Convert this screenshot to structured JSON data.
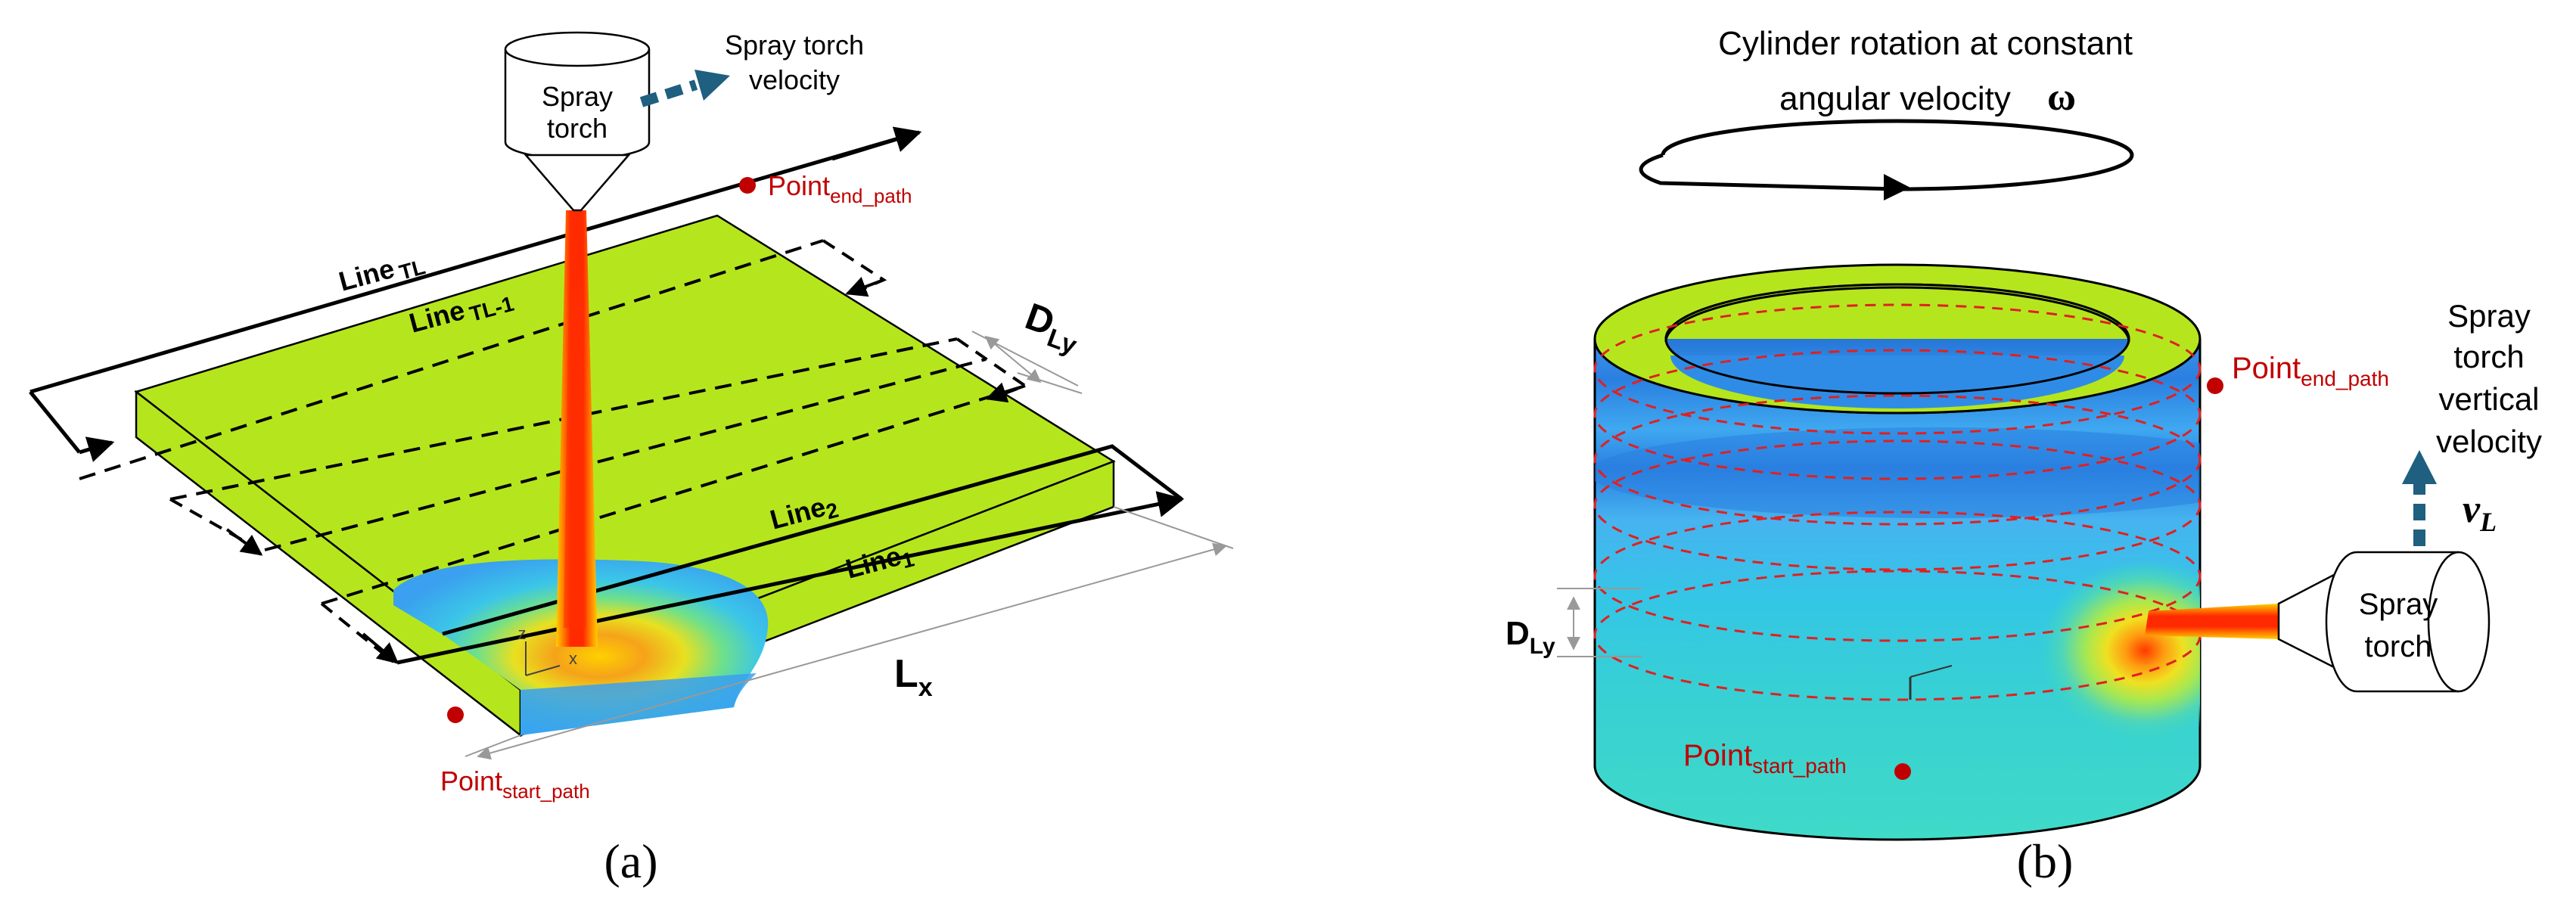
{
  "panel_a": {
    "caption": "(a)",
    "torch_label_1": "Spray",
    "torch_label_2": "torch",
    "velocity_label_1": "Spray torch",
    "velocity_label_2": "velocity",
    "point_end": "Point",
    "point_end_sub": "end_path",
    "point_start": "Point",
    "point_start_sub": "start_path",
    "line_tl": "Line",
    "line_tl_sub": "TL",
    "line_tl1": "Line",
    "line_tl1_sub": "TL-1",
    "line_2": "Line",
    "line_2_sub": "2",
    "line_1": "Line",
    "line_1_sub": "1",
    "d_ly": "D",
    "d_ly_sub": "Ly",
    "l_x": "L",
    "l_x_sub": "x",
    "axis_z": "z",
    "axis_x": "x"
  },
  "panel_b": {
    "caption": "(b)",
    "rotation_label_1": "Cylinder rotation at constant",
    "rotation_label_2": "angular velocity",
    "omega": "ω",
    "point_end": "Point",
    "point_end_sub": "end_path",
    "point_start": "Point",
    "point_start_sub": "start_path",
    "vertical_label_1": "Spray",
    "vertical_label_2": "torch",
    "vertical_label_3": "vertical",
    "vertical_label_4": "velocity",
    "v_l": "v",
    "v_l_sub": "L",
    "d_ly": "D",
    "d_ly_sub": "Ly",
    "torch_label_1": "Spray",
    "torch_label_2": "torch"
  },
  "colors": {
    "coating_green": "#b5e61d",
    "marker_red": "#c00000",
    "arrow_teal": "#1f5f7f",
    "path_dash_red": "#e02020",
    "blue_deep": "#2a7fe0",
    "blue_light": "#3fa8f0",
    "cyan": "#39d6c8"
  }
}
